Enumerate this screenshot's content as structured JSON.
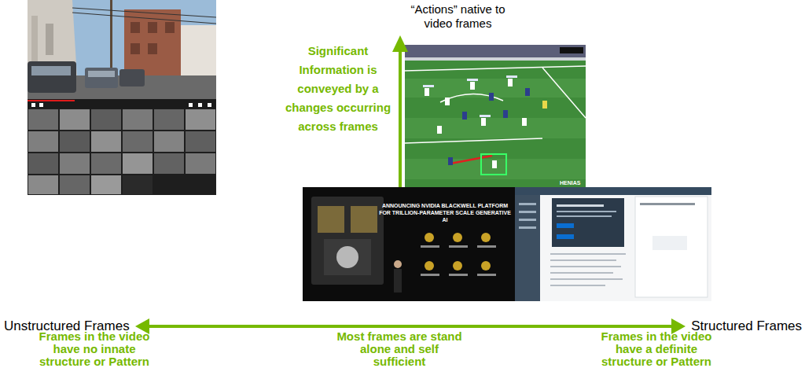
{
  "diagram": {
    "labels": [
      "“Actions” native to video frames",
      "Significant Information is conveyed by a changes occurring across frames",
      "ANNOUNCING NVIDIA BLACKWELL PLATFORM FOR TRILLION-PARAMETER SCALE GENERATIVE AI",
      "HENIAS",
      "Unstructured Frames",
      "Structured Frames",
      "Frames in the video have no innate structure or Pattern",
      "Most frames are stand alone and self sufficient",
      "Frames in the video have a definite structure or Pattern"
    ]
  }
}
